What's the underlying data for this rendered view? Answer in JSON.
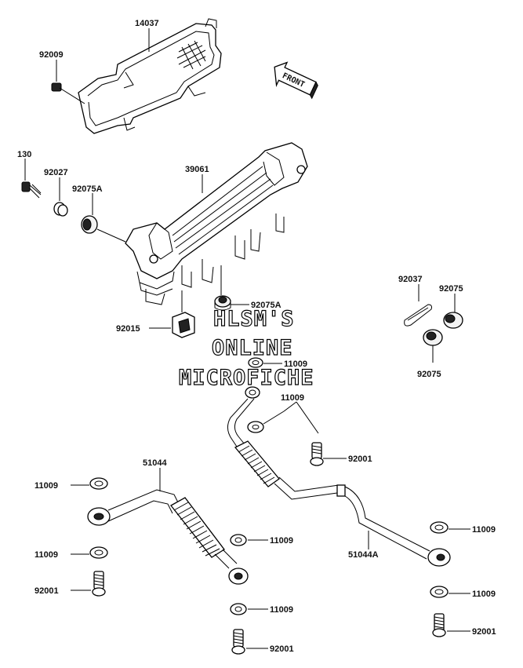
{
  "parts": [
    {
      "id": "p14037",
      "number": "14037"
    },
    {
      "id": "p92009",
      "number": "92009"
    },
    {
      "id": "p130",
      "number": "130"
    },
    {
      "id": "p92027",
      "number": "92027"
    },
    {
      "id": "p92075A_1",
      "number": "92075A"
    },
    {
      "id": "p39061",
      "number": "39061"
    },
    {
      "id": "p92075A_2",
      "number": "92075A"
    },
    {
      "id": "p92015",
      "number": "92015"
    },
    {
      "id": "p92037",
      "number": "92037"
    },
    {
      "id": "p92075_1",
      "number": "92075"
    },
    {
      "id": "p92075_2",
      "number": "92075"
    },
    {
      "id": "p11009_1",
      "number": "11009"
    },
    {
      "id": "p11009_2",
      "number": "11009"
    },
    {
      "id": "p92001_1",
      "number": "92001"
    },
    {
      "id": "p51044",
      "number": "51044"
    },
    {
      "id": "p11009_3",
      "number": "11009"
    },
    {
      "id": "p11009_4",
      "number": "11009"
    },
    {
      "id": "p11009_5",
      "number": "11009"
    },
    {
      "id": "p92001_2",
      "number": "92001"
    },
    {
      "id": "p11009_6",
      "number": "11009"
    },
    {
      "id": "p51044A",
      "number": "51044A"
    },
    {
      "id": "p11009_7",
      "number": "11009"
    },
    {
      "id": "p11009_8",
      "number": "11009"
    },
    {
      "id": "p92001_3",
      "number": "92001"
    },
    {
      "id": "p92001_4",
      "number": "92001"
    }
  ],
  "direction_arrow": {
    "label": "FRONT"
  },
  "watermark": {
    "line1": "HLSM'S",
    "line2": "ONLINE",
    "line3": "MICROFICHE"
  }
}
